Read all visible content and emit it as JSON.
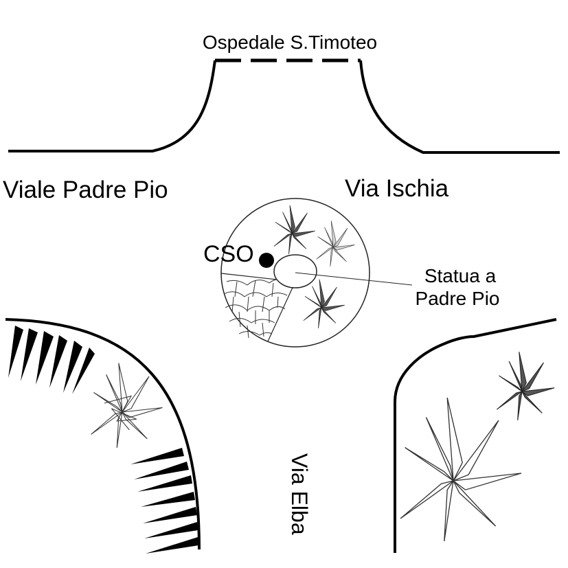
{
  "labels": {
    "hospital": "Ospedale S.Timoteo",
    "road_west": "Viale Padre Pio",
    "road_east": "Via Ischia",
    "road_south": "Via Elba",
    "marker": "CSO",
    "statue_line1": "Statua a",
    "statue_line2": "Padre Pio"
  },
  "icons": [
    "plant-icon",
    "spike-hedge-icon",
    "cso-marker-dot"
  ],
  "colors": {
    "ink": "#000000",
    "plant_dark": "#555555",
    "plant_light": "#bdbdbd",
    "background": "#ffffff"
  }
}
